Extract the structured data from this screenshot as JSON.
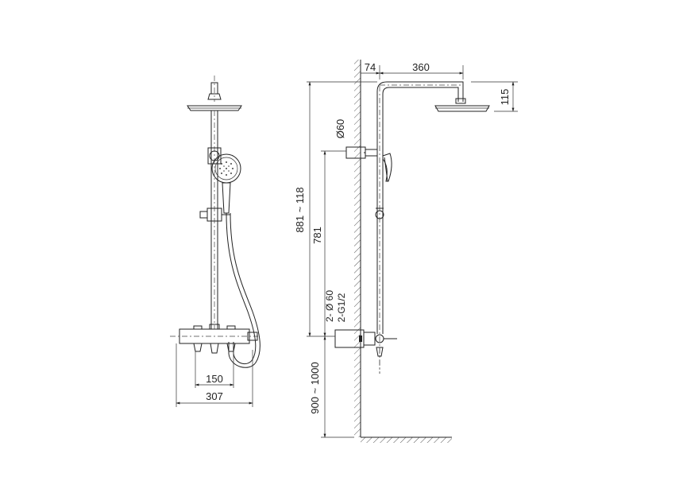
{
  "dimensions": {
    "arm_offset": "74",
    "arm_length": "360",
    "head_height": "115",
    "wall_flange_dia": "Ø60",
    "height_range_total": "881 ~ 118",
    "height_bar": "781",
    "inlet_flange": "2- Ø 60",
    "inlet_thread": "2-G1/2",
    "mount_height": "900 ~ 1000",
    "inlet_spacing": "150",
    "valve_width": "307"
  }
}
